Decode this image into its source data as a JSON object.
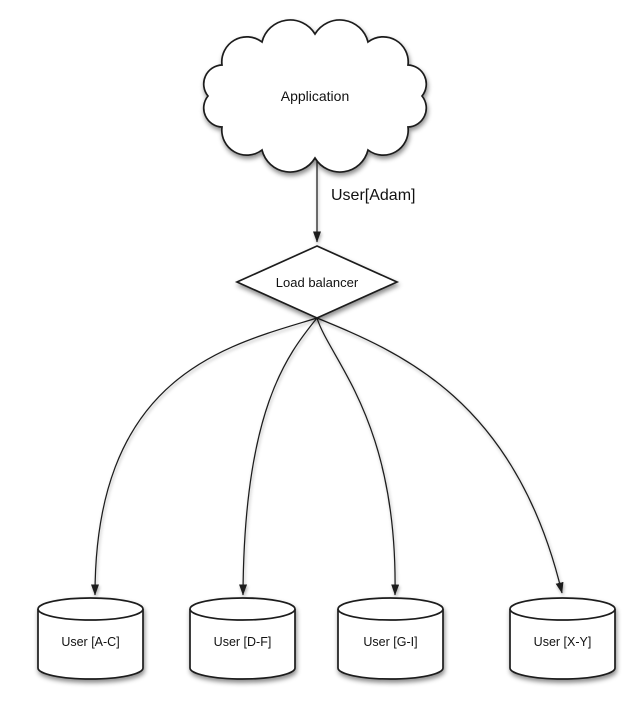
{
  "diagram": {
    "application": {
      "label": "Application"
    },
    "flow_label": "User[Adam]",
    "load_balancer": {
      "label": "Load balancer"
    },
    "shards": [
      {
        "label": "User [A-C]"
      },
      {
        "label": "User [D-F]"
      },
      {
        "label": "User [G-I]"
      },
      {
        "label": "User [X-Y]"
      }
    ]
  },
  "colors": {
    "stroke": "#1c1c1c",
    "node-fill": "#ffffff",
    "text": "#111111",
    "background": "#ffffff"
  }
}
